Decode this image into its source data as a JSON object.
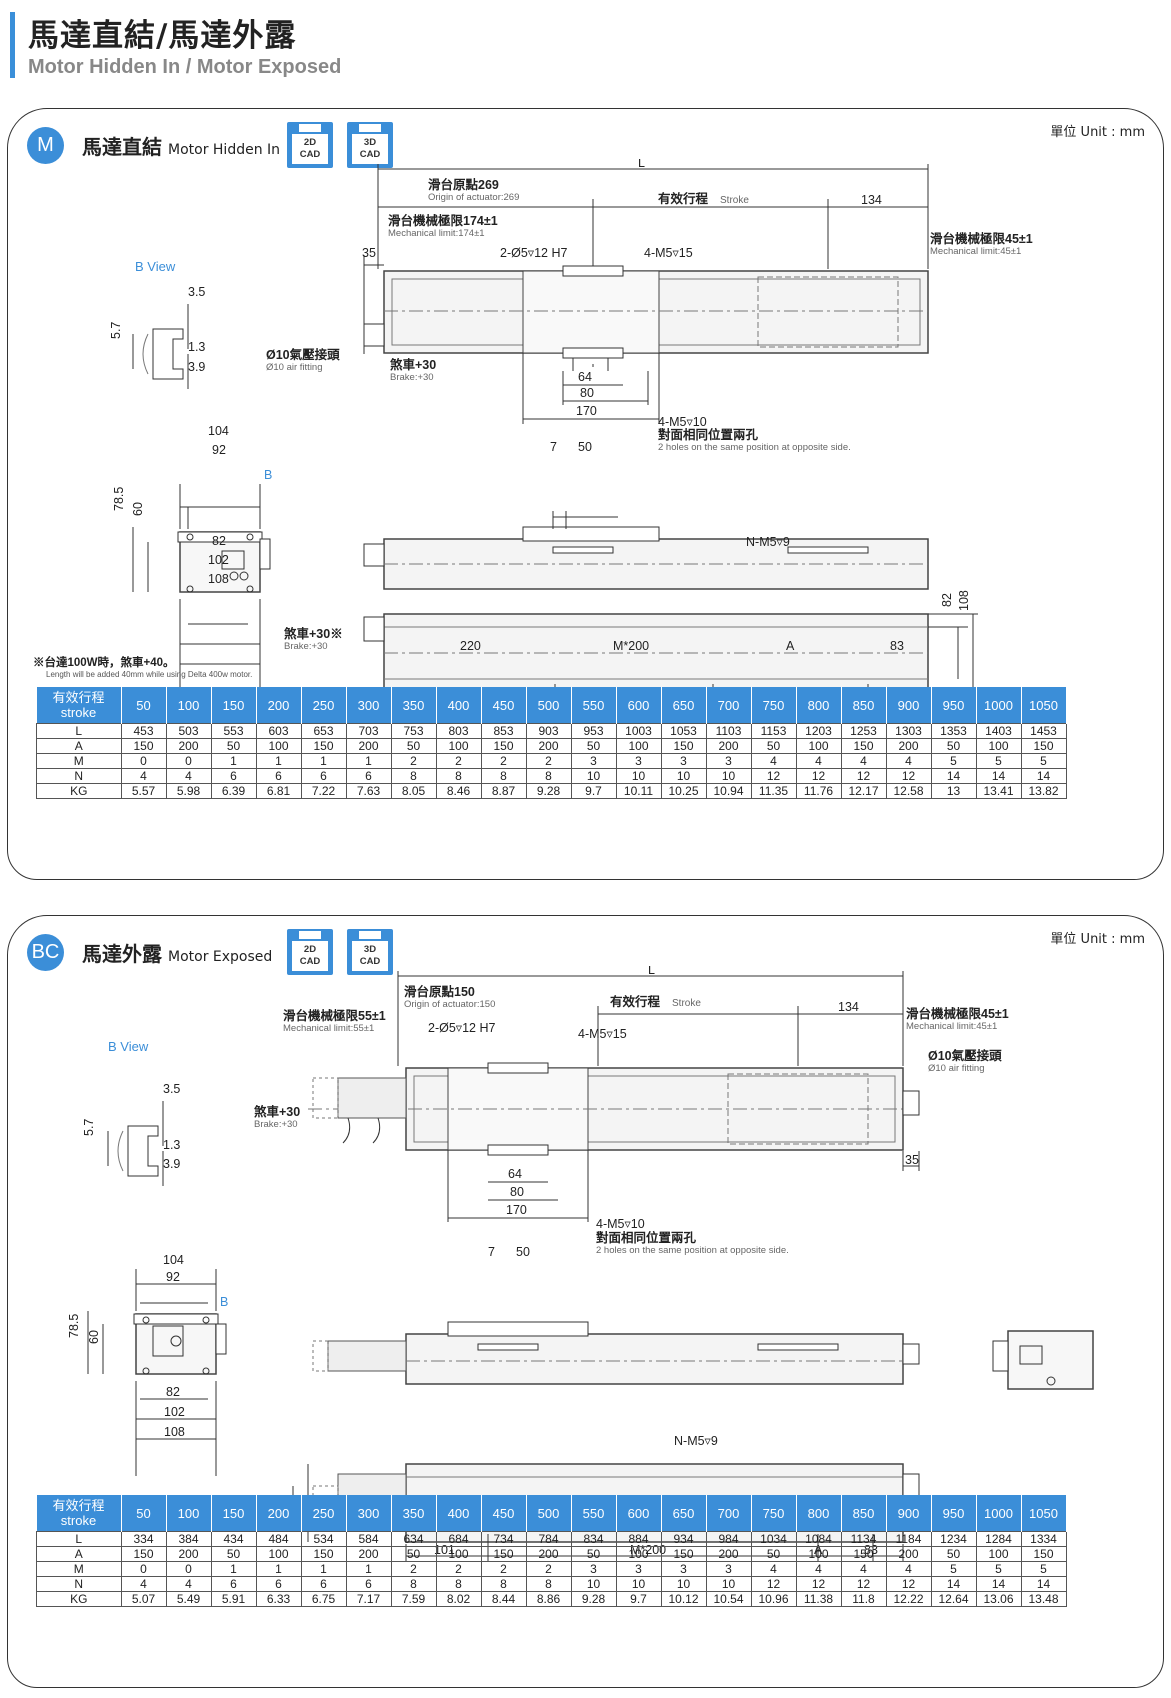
{
  "header": {
    "title_zh": "馬達直結/馬達外露",
    "title_en": "Motor Hidden In / Motor Exposed"
  },
  "panels": [
    {
      "badge": "M",
      "title_zh": "馬達直結",
      "title_en": "Motor Hidden In",
      "unit": "單位 Unit : mm",
      "cad2d": [
        "2D",
        "CAD"
      ],
      "cad3d": [
        "3D",
        "CAD"
      ],
      "labels": {
        "origin_zh": "滑台原點269",
        "origin_en": "Origin of actuator:269",
        "stroke_zh": "有效行程",
        "stroke_en": "Stroke",
        "mech_l_zh": "滑台機械極限174±1",
        "mech_l_en": "Mechanical limit:174±1",
        "mech_r_zh": "滑台機械極限45±1",
        "mech_r_en": "Mechanical limit:45±1",
        "hole1": "2-Ø5▿12 H7",
        "hole2": "4-M5▿15",
        "air_zh": "Ø10氣壓接頭",
        "air_en": "Ø10 air fitting",
        "brake_zh": "煞車+30",
        "brake_en": "Brake:+30",
        "bview": "B View",
        "opp_holes": "4-M5▿10",
        "opp_zh": "對面相同位置兩孔",
        "opp_en": "2 holes on the same position at opposite side.",
        "nm": "N-M5▿9",
        "brake2_zh": "煞車+30※",
        "brake2_en": "Brake:+30",
        "note_zh": "※台達100W時，煞車+40。",
        "note_en": "Length will be added 40mm while using Delta 400w motor.",
        "L": "L",
        "d134": "134",
        "d35": "35",
        "d64": "64",
        "d80": "80",
        "d170": "170",
        "d35b": "3.5",
        "d57": "5.7",
        "d13": "1.3",
        "d39": "3.9",
        "d104": "104",
        "d92": "92",
        "d785": "78.5",
        "d60": "60",
        "d82": "82",
        "d102": "102",
        "d108": "108",
        "d7": "7",
        "d50": "50",
        "d220": "220",
        "dM": "M*200",
        "dA": "A",
        "d83": "83",
        "d82r": "82",
        "d108r": "108",
        "B": "B"
      },
      "table": {
        "head_zh": "有效行程",
        "head_en": "stroke",
        "strokes": [
          "50",
          "100",
          "150",
          "200",
          "250",
          "300",
          "350",
          "400",
          "450",
          "500",
          "550",
          "600",
          "650",
          "700",
          "750",
          "800",
          "850",
          "900",
          "950",
          "1000",
          "1050"
        ],
        "rows": [
          {
            "label": "L",
            "values": [
              "453",
              "503",
              "553",
              "603",
              "653",
              "703",
              "753",
              "803",
              "853",
              "903",
              "953",
              "1003",
              "1053",
              "1103",
              "1153",
              "1203",
              "1253",
              "1303",
              "1353",
              "1403",
              "1453"
            ]
          },
          {
            "label": "A",
            "values": [
              "150",
              "200",
              "50",
              "100",
              "150",
              "200",
              "50",
              "100",
              "150",
              "200",
              "50",
              "100",
              "150",
              "200",
              "50",
              "100",
              "150",
              "200",
              "50",
              "100",
              "150"
            ]
          },
          {
            "label": "M",
            "values": [
              "0",
              "0",
              "1",
              "1",
              "1",
              "1",
              "2",
              "2",
              "2",
              "2",
              "3",
              "3",
              "3",
              "3",
              "4",
              "4",
              "4",
              "4",
              "5",
              "5",
              "5"
            ]
          },
          {
            "label": "N",
            "values": [
              "4",
              "4",
              "6",
              "6",
              "6",
              "6",
              "8",
              "8",
              "8",
              "8",
              "10",
              "10",
              "10",
              "10",
              "12",
              "12",
              "12",
              "12",
              "14",
              "14",
              "14"
            ]
          },
          {
            "label": "KG",
            "values": [
              "5.57",
              "5.98",
              "6.39",
              "6.81",
              "7.22",
              "7.63",
              "8.05",
              "8.46",
              "8.87",
              "9.28",
              "9.7",
              "10.11",
              "10.25",
              "10.94",
              "11.35",
              "11.76",
              "12.17",
              "12.58",
              "13",
              "13.41",
              "13.82"
            ]
          }
        ]
      }
    },
    {
      "badge": "BC",
      "title_zh": "馬達外露",
      "title_en": "Motor Exposed",
      "unit": "單位 Unit : mm",
      "cad2d": [
        "2D",
        "CAD"
      ],
      "cad3d": [
        "3D",
        "CAD"
      ],
      "labels": {
        "origin_zh": "滑台原點150",
        "origin_en": "Origin of actuator:150",
        "stroke_zh": "有效行程",
        "stroke_en": "Stroke",
        "mech_l_zh": "滑台機械極限55±1",
        "mech_l_en": "Mechanical limit:55±1",
        "mech_r_zh": "滑台機械極限45±1",
        "mech_r_en": "Mechanical limit:45±1",
        "hole1": "2-Ø5▿12 H7",
        "hole2": "4-M5▿15",
        "air_zh": "Ø10氣壓接頭",
        "air_en": "Ø10 air fitting",
        "brake_zh": "煞車+30",
        "brake_en": "Brake:+30",
        "bview": "B View",
        "opp_holes": "4-M5▿10",
        "opp_zh": "對面相同位置兩孔",
        "opp_en": "2 holes on the same position at opposite side.",
        "nm": "N-M5▿9",
        "L": "L",
        "d134": "134",
        "d35": "35",
        "d64": "64",
        "d80": "80",
        "d170": "170",
        "d35b": "3.5",
        "d57": "5.7",
        "d13": "1.3",
        "d39": "3.9",
        "d104": "104",
        "d92": "92",
        "d785": "78.5",
        "d60": "60",
        "d82": "82",
        "d102": "102",
        "d108": "108",
        "d7": "7",
        "d50": "50",
        "d101": "101",
        "dM": "M*200",
        "dA": "A",
        "d83": "83",
        "d108l": "108",
        "d82l": "82",
        "B": "B"
      },
      "table": {
        "head_zh": "有效行程",
        "head_en": "stroke",
        "strokes": [
          "50",
          "100",
          "150",
          "200",
          "250",
          "300",
          "350",
          "400",
          "450",
          "500",
          "550",
          "600",
          "650",
          "700",
          "750",
          "800",
          "850",
          "900",
          "950",
          "1000",
          "1050"
        ],
        "rows": [
          {
            "label": "L",
            "values": [
              "334",
              "384",
              "434",
              "484",
              "534",
              "584",
              "634",
              "684",
              "734",
              "784",
              "834",
              "884",
              "934",
              "984",
              "1034",
              "1084",
              "1134",
              "1184",
              "1234",
              "1284",
              "1334"
            ]
          },
          {
            "label": "A",
            "values": [
              "150",
              "200",
              "50",
              "100",
              "150",
              "200",
              "50",
              "100",
              "150",
              "200",
              "50",
              "100",
              "150",
              "200",
              "50",
              "100",
              "150",
              "200",
              "50",
              "100",
              "150"
            ]
          },
          {
            "label": "M",
            "values": [
              "0",
              "0",
              "1",
              "1",
              "1",
              "1",
              "2",
              "2",
              "2",
              "2",
              "3",
              "3",
              "3",
              "3",
              "4",
              "4",
              "4",
              "4",
              "5",
              "5",
              "5"
            ]
          },
          {
            "label": "N",
            "values": [
              "4",
              "4",
              "6",
              "6",
              "6",
              "6",
              "8",
              "8",
              "8",
              "8",
              "10",
              "10",
              "10",
              "10",
              "12",
              "12",
              "12",
              "12",
              "14",
              "14",
              "14"
            ]
          },
          {
            "label": "KG",
            "values": [
              "5.07",
              "5.49",
              "5.91",
              "6.33",
              "6.75",
              "7.17",
              "7.59",
              "8.02",
              "8.44",
              "8.86",
              "9.28",
              "9.7",
              "10.12",
              "10.54",
              "10.96",
              "11.38",
              "11.8",
              "12.22",
              "12.64",
              "13.06",
              "13.48"
            ]
          }
        ]
      }
    }
  ]
}
